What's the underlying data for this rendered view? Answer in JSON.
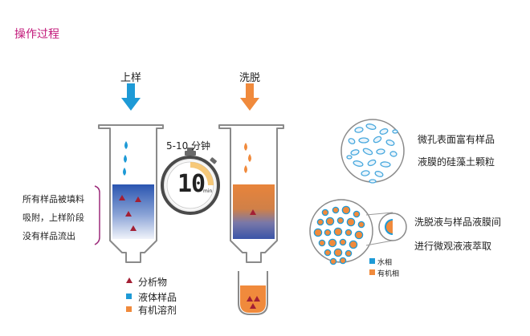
{
  "title": "操作过程",
  "steps": {
    "load": "上样",
    "elute": "洗脱"
  },
  "timer": {
    "label": "5-10 分钟",
    "number": "10",
    "unit": "min"
  },
  "left_note": [
    "所有样品被填料",
    "吸附，上样阶段",
    "没有样品流出"
  ],
  "legend": [
    {
      "label": "分析物",
      "color": "#a31f34",
      "shape": "triangle"
    },
    {
      "label": "液体样品",
      "color": "#1e9ad6",
      "shape": "square"
    },
    {
      "label": "有机溶剂",
      "color": "#f08a3c",
      "shape": "square"
    }
  ],
  "right_top_text": [
    "微孔表面富有样品",
    "液膜的硅藻土颗粒"
  ],
  "right_bottom_text": [
    "洗脱液与样品液膜间",
    "进行微观液液萃取"
  ],
  "small_legend": [
    {
      "label": "水相",
      "color": "#1e9ad6"
    },
    {
      "label": "有机相",
      "color": "#f08a3c"
    }
  ],
  "colors": {
    "accent": "#c2187a",
    "blue": "#1e9ad6",
    "orange": "#f08a3c",
    "analyte": "#a31f34",
    "tube_border": "#8a8a8a",
    "navy": "#2a4a9a"
  }
}
